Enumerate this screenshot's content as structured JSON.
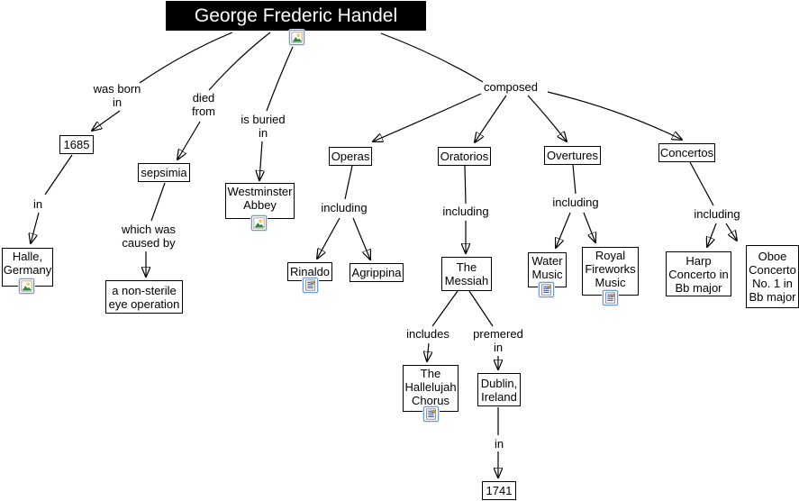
{
  "title": "George Frederic Handel",
  "nodes": {
    "year_1685": "1685",
    "halle": "Halle, Germany",
    "sepsimia": "sepsimia",
    "eye_operation": "a non-sterile eye operation",
    "westminster": "Westminster Abbey",
    "operas": "Operas",
    "rinaldo": "Rinaldo",
    "agrippina": "Agrippina",
    "oratorios": "Oratorios",
    "messiah": "The Messiah",
    "hallelujah": "The Hallelujah Chorus",
    "dublin": "Dublin, Ireland",
    "year_1741": "1741",
    "overtures": "Overtures",
    "water_music": "Water Music",
    "royal_fireworks": "Royal Fireworks Music",
    "concertos": "Concertos",
    "harp_concerto": "Harp Concerto in Bb major",
    "oboe_concerto": "Oboe Concerto No. 1 in Bb major"
  },
  "link_labels": {
    "was_born_in": "was born in",
    "in_birth": "in",
    "died_from": "died from",
    "which_was_caused_by": "which was caused by",
    "is_buried_in": "is buried in",
    "composed": "composed",
    "including_operas": "including",
    "including_oratorios": "including",
    "including_overtures": "including",
    "including_concertos": "including",
    "includes": "includes",
    "premered_in": "premered in",
    "in_premiere": "in"
  },
  "icons": {
    "picture": "picture-icon",
    "article": "article-icon"
  },
  "colors": {
    "title_bg": "#000000",
    "title_fg": "#ffffff",
    "node_border": "#000000",
    "edge": "#000000",
    "icon_border": "#6f97d2"
  }
}
